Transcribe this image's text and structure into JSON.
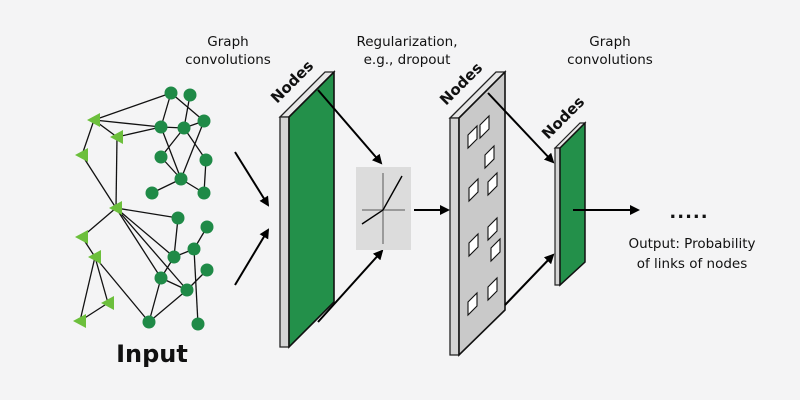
{
  "labels": {
    "input": "Input",
    "graph_conv_1": [
      "Graph",
      "convolutions"
    ],
    "regularization": [
      "Regularization,",
      "e.g., dropout"
    ],
    "graph_conv_2": [
      "Graph",
      "convolutions"
    ],
    "nodes": "Nodes",
    "output": [
      "Output: Probability",
      "of links of nodes"
    ],
    "ellipsis": "....."
  },
  "colors": {
    "background": "#f4f4f5",
    "node_green": "#1f8a47",
    "triangle_green": "#6cbf3c",
    "layer_green": "#23904a",
    "layer_grey": "#cfcfcf",
    "activation_box": "#dcdcdc"
  },
  "graph": {
    "circle_nodes": [
      {
        "id": "A"
      },
      {
        "id": "B"
      },
      {
        "id": "C"
      },
      {
        "id": "D"
      },
      {
        "id": "E"
      },
      {
        "id": "F"
      },
      {
        "id": "G"
      },
      {
        "id": "H"
      },
      {
        "id": "I"
      },
      {
        "id": "J"
      },
      {
        "id": "K"
      },
      {
        "id": "L"
      },
      {
        "id": "M"
      },
      {
        "id": "N"
      },
      {
        "id": "O"
      },
      {
        "id": "P"
      },
      {
        "id": "Q"
      },
      {
        "id": "R"
      },
      {
        "id": "S"
      }
    ],
    "triangle_nodes": [
      {
        "id": "T1"
      },
      {
        "id": "T2"
      },
      {
        "id": "T3"
      },
      {
        "id": "T4"
      },
      {
        "id": "T5"
      },
      {
        "id": "T6"
      },
      {
        "id": "T7"
      },
      {
        "id": "T8"
      }
    ],
    "edges": [
      [
        "T1",
        "A"
      ],
      [
        "T1",
        "C"
      ],
      [
        "T1",
        "T2"
      ],
      [
        "T2",
        "C"
      ],
      [
        "T1",
        "T3"
      ],
      [
        "T3",
        "T4"
      ],
      [
        "T2",
        "T4"
      ],
      [
        "A",
        "C"
      ],
      [
        "A",
        "E"
      ],
      [
        "B",
        "D"
      ],
      [
        "C",
        "D"
      ],
      [
        "D",
        "E"
      ],
      [
        "C",
        "H"
      ],
      [
        "D",
        "F"
      ],
      [
        "E",
        "H"
      ],
      [
        "D",
        "G"
      ],
      [
        "G",
        "J"
      ],
      [
        "F",
        "H"
      ],
      [
        "H",
        "J"
      ],
      [
        "H",
        "I"
      ],
      [
        "T4",
        "K"
      ],
      [
        "T4",
        "M"
      ],
      [
        "T4",
        "P"
      ],
      [
        "T4",
        "Q"
      ],
      [
        "T4",
        "T5"
      ],
      [
        "T5",
        "T6"
      ],
      [
        "T6",
        "T7"
      ],
      [
        "T6",
        "T8"
      ],
      [
        "T7",
        "T8"
      ],
      [
        "T6",
        "R"
      ],
      [
        "K",
        "M"
      ],
      [
        "M",
        "N"
      ],
      [
        "N",
        "L"
      ],
      [
        "N",
        "S"
      ],
      [
        "M",
        "P"
      ],
      [
        "P",
        "Q"
      ],
      [
        "Q",
        "O"
      ],
      [
        "P",
        "R"
      ],
      [
        "Q",
        "R"
      ]
    ]
  },
  "dropout": {
    "dropped_cells": 10
  }
}
